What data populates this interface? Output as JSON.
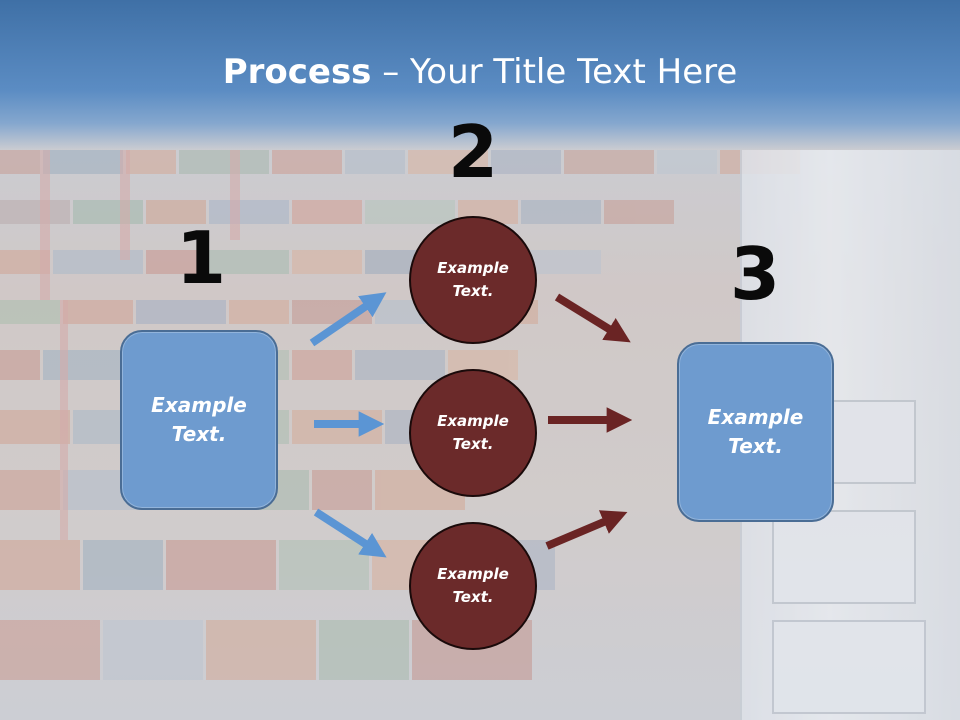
{
  "slide": {
    "title_bold": "Process",
    "title_rest": " – Your Title Text Here"
  },
  "steps": {
    "one": "1",
    "two": "2",
    "three": "3"
  },
  "left_box": {
    "text": "Example\nText."
  },
  "circles": [
    {
      "text": "Example\nText."
    },
    {
      "text": "Example\nText."
    },
    {
      "text": "Example\nText."
    }
  ],
  "right_box": {
    "text": "Example\nText."
  },
  "colors": {
    "header": "#4a7cb4",
    "box_fill": "#6e9bcf",
    "circle_fill": "#6b2a2a",
    "blue_arrow": "#5b95d4",
    "red_arrow": "#6a2424"
  }
}
